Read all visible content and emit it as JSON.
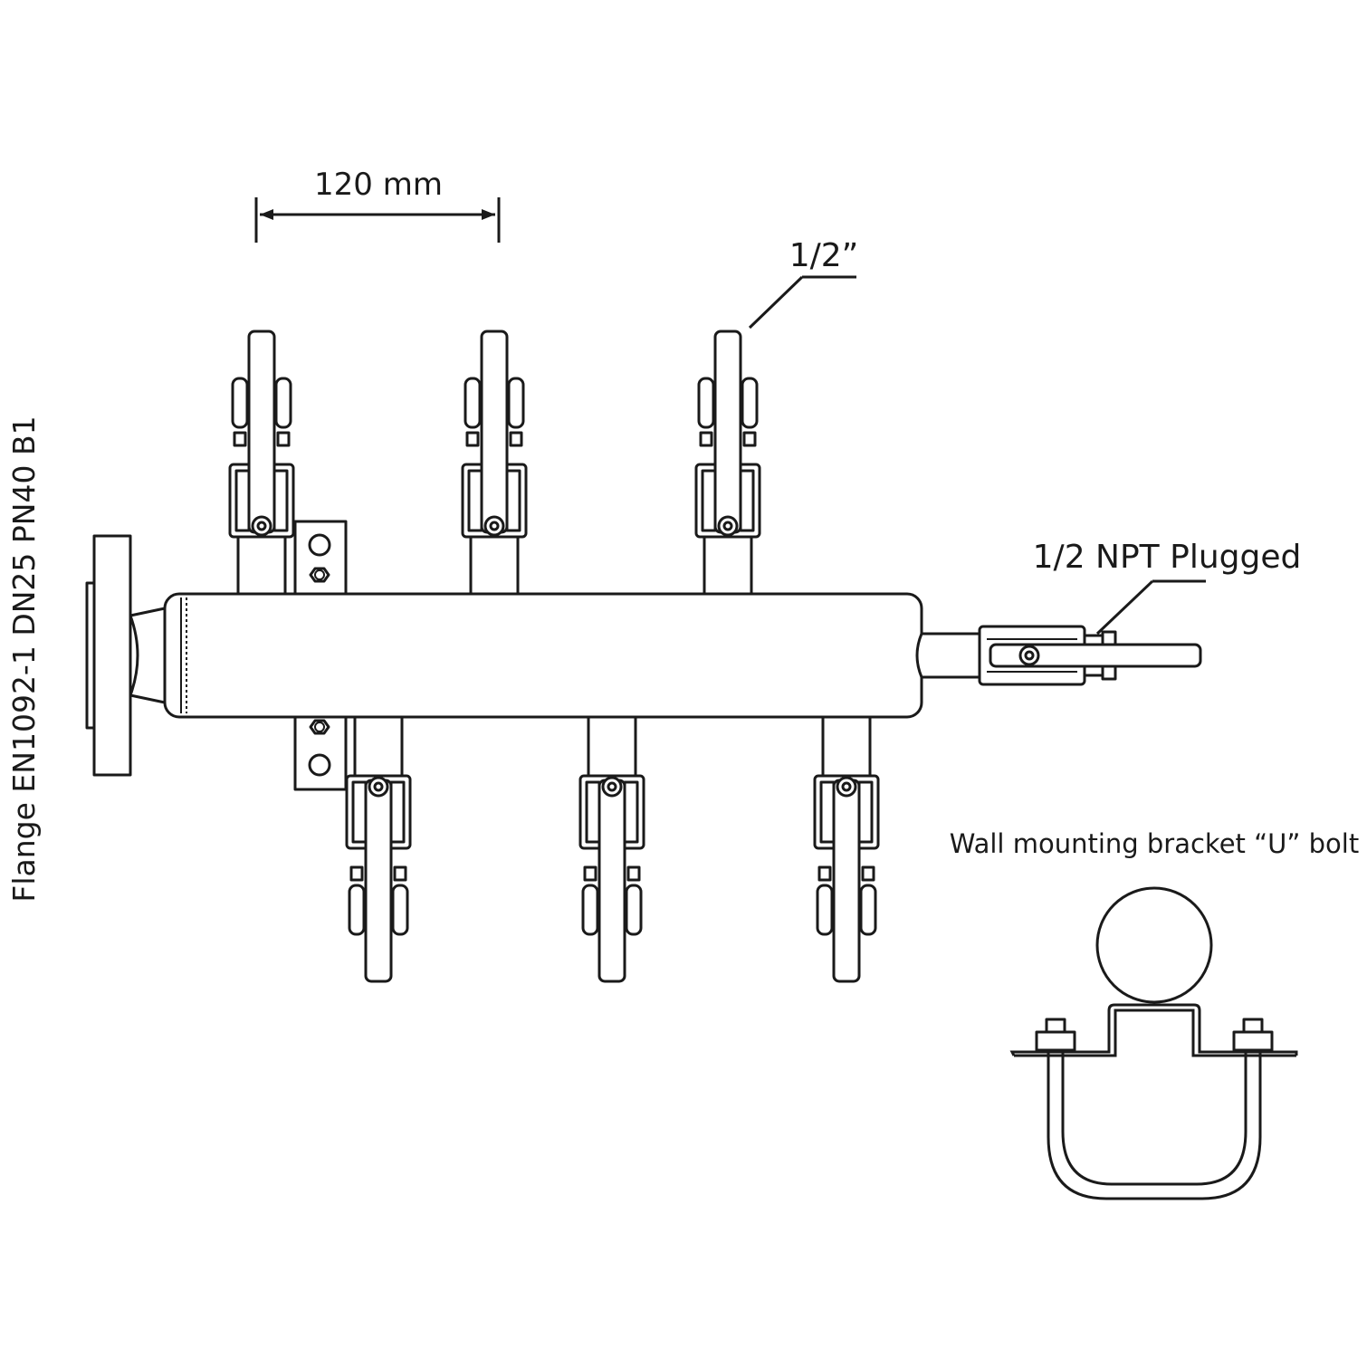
{
  "labels": {
    "spacing": "120 mm",
    "outlet_size": "1/2”",
    "end_plug": "1/2 NPT Plugged",
    "bracket": "Wall mounting bracket “U” bolt",
    "flange": "Flange EN1092-1 DN25 PN40 B1"
  },
  "outlets": {
    "top_count": 3,
    "bottom_count": 3
  },
  "colors": {
    "line": "#1a1a1a",
    "fill": "#ffffff"
  }
}
